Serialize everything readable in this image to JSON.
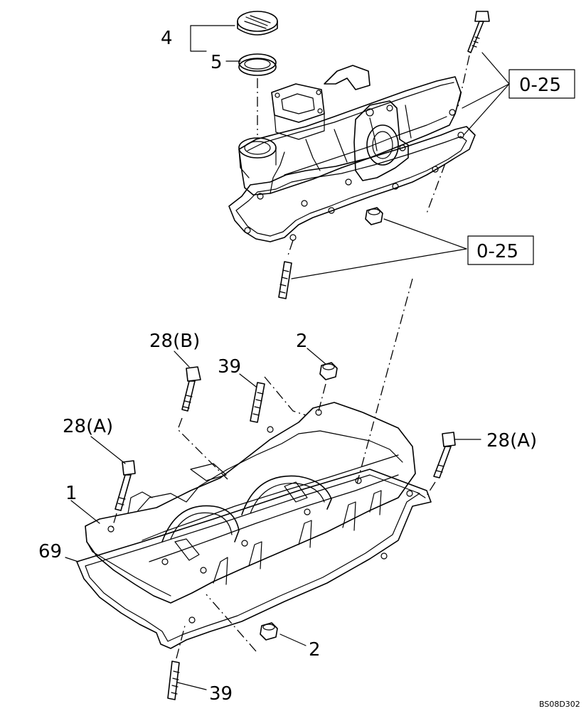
{
  "callouts": {
    "c4": "4",
    "c5": "5",
    "c28b": "28(B)",
    "c2_top": "2",
    "c39_top": "39",
    "c28a_left": "28(A)",
    "c28a_right": "28(A)",
    "c1": "1",
    "c69": "69",
    "c2_bottom": "2",
    "c39_bottom": "39"
  },
  "references": {
    "ref_top": "0-25",
    "ref_mid": "0-25"
  },
  "drawing_code": "BS08D302"
}
